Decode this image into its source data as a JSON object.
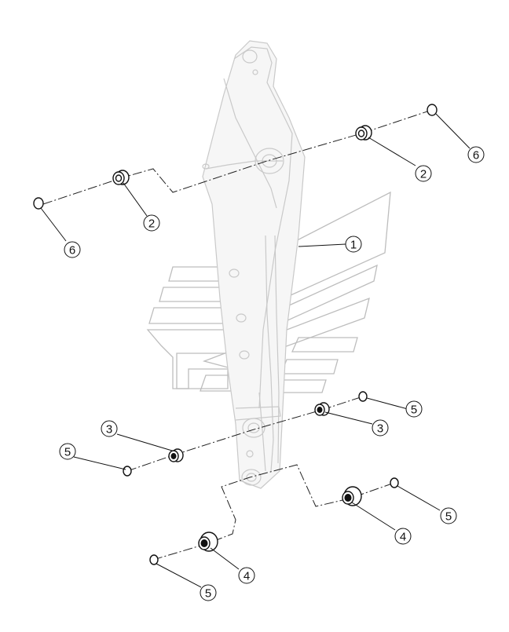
{
  "diagram": {
    "type": "exploded-parts-view",
    "callouts": [
      {
        "id": "c1",
        "label": "1"
      },
      {
        "id": "c2a",
        "label": "2"
      },
      {
        "id": "c2b",
        "label": "2"
      },
      {
        "id": "c3a",
        "label": "3"
      },
      {
        "id": "c3b",
        "label": "3"
      },
      {
        "id": "c4a",
        "label": "4"
      },
      {
        "id": "c4b",
        "label": "4"
      },
      {
        "id": "c5a",
        "label": "5"
      },
      {
        "id": "c5b",
        "label": "5"
      },
      {
        "id": "c5c",
        "label": "5"
      },
      {
        "id": "c5d",
        "label": "5"
      },
      {
        "id": "c6a",
        "label": "6"
      },
      {
        "id": "c6b",
        "label": "6"
      }
    ]
  },
  "colors": {
    "line": "#111111",
    "ghost_outline": "#c9c9c9",
    "watermark": "#bdbdbd",
    "background": "#ffffff"
  }
}
